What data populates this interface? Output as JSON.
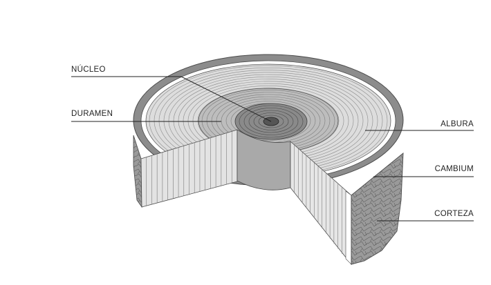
{
  "labels": {
    "nucleo": "NÚCLEO",
    "duramen": "DURAMEN",
    "albura": "ALBURA",
    "cambium": "CAMBIUM",
    "corteza": "CORTEZA"
  },
  "colors": {
    "bark": "#8c8c8c",
    "cambium": "#ffffff",
    "sapwood": "#dddddd",
    "heartwood": "#bdbdbd",
    "pith_core": "#8a8a8a",
    "pith": "#555555",
    "stroke": "#4a4a4a"
  }
}
